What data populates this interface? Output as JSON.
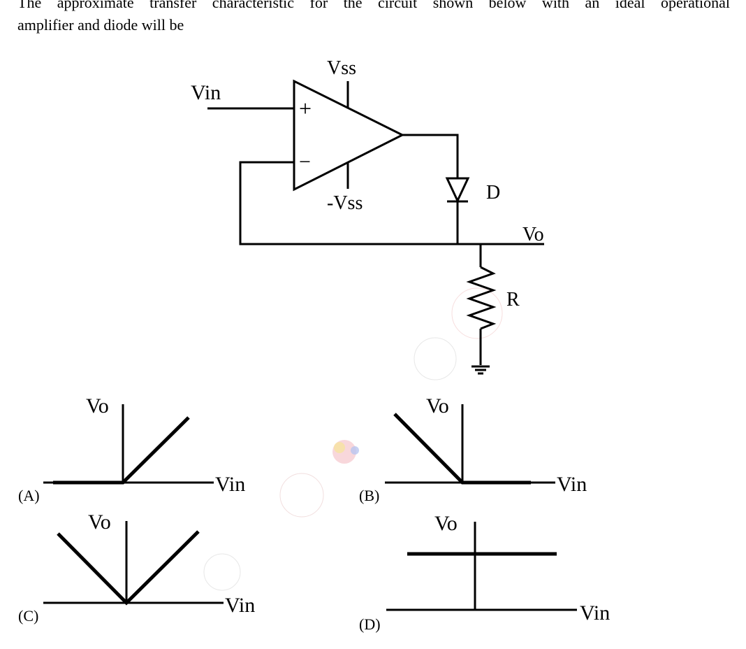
{
  "question": {
    "line1": "The approximate transfer characteristic for the circuit shown below with an ideal operational",
    "line2": "amplifier and diode will be"
  },
  "circuit": {
    "vin_label": "Vin",
    "vss_label": "Vss",
    "neg_vss_label": "-Vss",
    "plus_sign": "+",
    "minus_sign": "−",
    "diode_label": "D",
    "vo_label": "Vo",
    "resistor_label": "R"
  },
  "options": [
    {
      "letter": "(A)",
      "y_label": "Vo",
      "x_label": "Vin"
    },
    {
      "letter": "(B)",
      "y_label": "Vo",
      "x_label": "Vin"
    },
    {
      "letter": "(C)",
      "y_label": "Vo",
      "x_label": "Vin"
    },
    {
      "letter": "(D)",
      "y_label": "Vo",
      "x_label": "Vin"
    }
  ]
}
